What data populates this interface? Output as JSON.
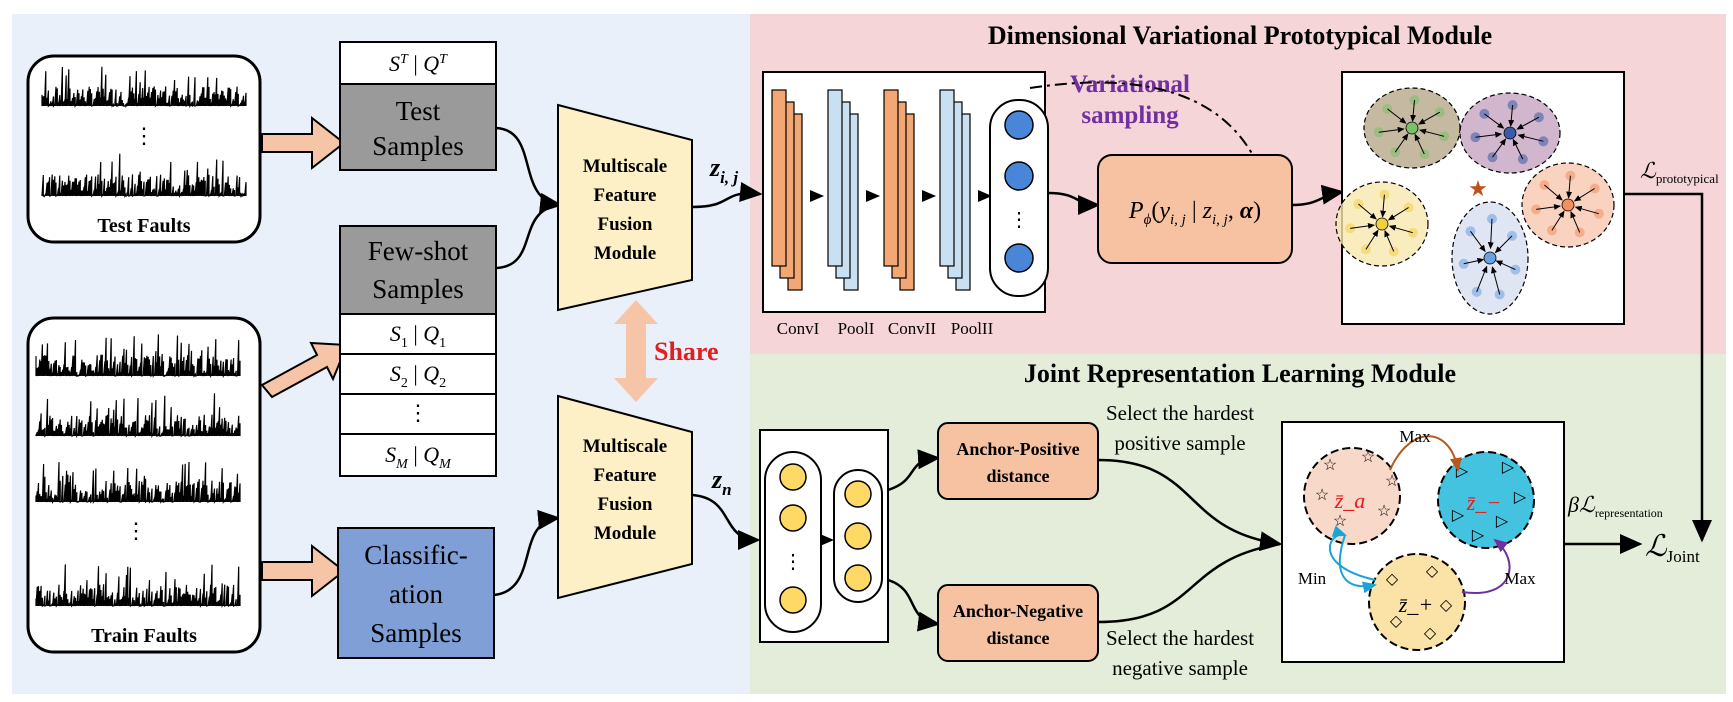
{
  "dvp_module": {
    "title": "Dimensional Variational Prototypical Module"
  },
  "jrl_module": {
    "title": "Joint Representation Learning Module"
  },
  "inputs": {
    "test_faults": "Test Faults",
    "train_faults": "Train Faults",
    "ellipsis": "⋮"
  },
  "samples": {
    "test_set": "S^T | Q^T",
    "test_samples": [
      "Test",
      "Samples"
    ],
    "fewshot_samples": [
      "Few-shot",
      "Samples"
    ],
    "task_rows": [
      "S₁ | Q₁",
      "S₂ | Q₂",
      "⋮",
      "S_M | Q_M"
    ],
    "classification_samples": [
      "Classific-",
      "ation",
      "Samples"
    ]
  },
  "mffm": {
    "label_lines": [
      "Multiscale",
      "Feature",
      "Fusion",
      "Module"
    ]
  },
  "share_label": "Share",
  "vars": {
    "z_ij": "z_{i,j}",
    "z_n": "z_n"
  },
  "conv_labels": [
    "ConvI",
    "PoolI",
    "ConvII",
    "PoolII"
  ],
  "variational": [
    "Variational",
    "sampling"
  ],
  "posterior": "P_ϕ(y_{i,j} | z_{i,j}, α)",
  "anchor_positive": [
    "Anchor-Positive",
    "distance"
  ],
  "anchor_negative": [
    "Anchor-Negative",
    "distance"
  ],
  "select_positive": [
    "Select the hardest",
    "positive sample"
  ],
  "select_negative": [
    "Select the hardest",
    "negative sample"
  ],
  "max_labels": [
    "Max",
    "Max"
  ],
  "min_label": "Min",
  "cluster_labels": {
    "anchor": "z̄_a",
    "negative": "z̄_−",
    "positive": "z̄_+"
  },
  "losses": {
    "prototypical": "ℒ_prototypical",
    "representation": "βℒ_representation",
    "joint": "ℒ_Joint"
  },
  "colors": {
    "blue_bg": "#e9f0f9",
    "pink_bg": "#f5d5d8",
    "green_bg": "#e4edda",
    "gray_box": "#9a9a9a",
    "blue_box": "#7f9fd6",
    "mffm_fill": "#fdf0c6",
    "conv_fill": "#f2a774",
    "pool_fill": "#c9dff2",
    "orange_box": "#f6c2a2",
    "arrow_fill": "#f6c4a6",
    "variational_text": "#7030a0",
    "share_text": "#e02020"
  }
}
